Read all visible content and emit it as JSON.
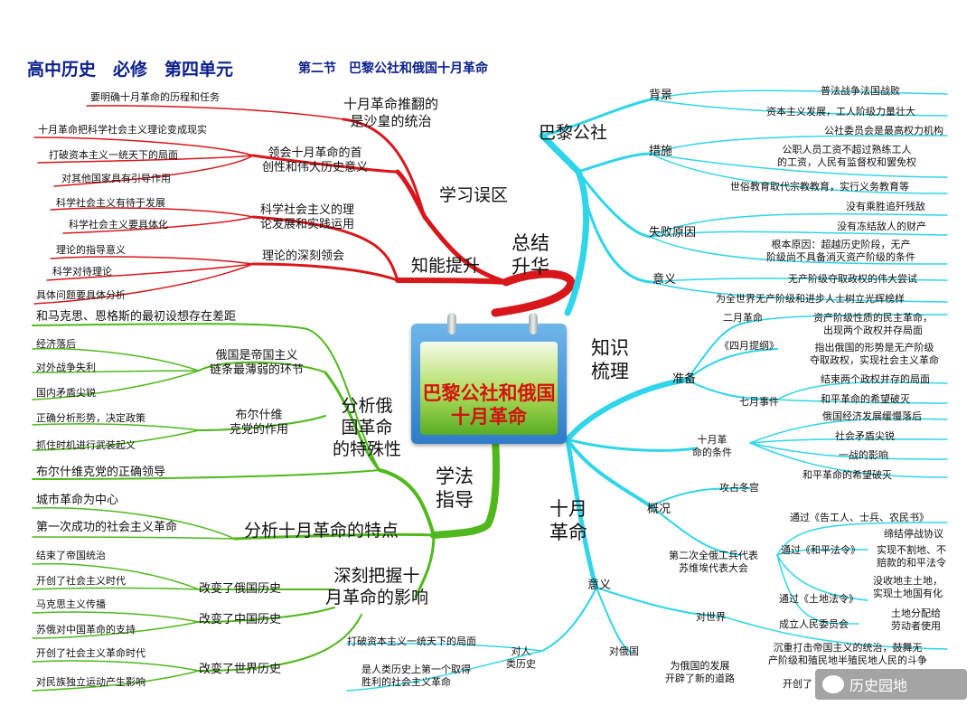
{
  "header": {
    "title": "高中历史　必修　第四单元",
    "subtitle": "第二节　巴黎公社和俄国十月革命"
  },
  "center": {
    "title": "巴黎公社和俄国十月革命"
  },
  "colors": {
    "summary": "#d8171b",
    "method": "#4fb81c",
    "knowledge": "#2fd5e8",
    "title": "#0b1f8c"
  },
  "summary": {
    "label": "总结\n升华",
    "study": {
      "label": "学习误区",
      "tsarist": {
        "label": "十月革命推翻的\n是沙皇的统治",
        "items": [
          "要明确十月革命的历程和任务"
        ]
      }
    },
    "upgrade": {
      "label": "知能提升",
      "meaning": {
        "label": "领会十月革命的首\n创性和伟大历史意义",
        "items": [
          "十月革命把科学社会主义理论变成现实",
          "打破资本主义一统天下的局面",
          "对其他国家具有引导作用"
        ]
      },
      "theory": {
        "label": "科学社会主义的理\n论发展和实践运用",
        "items": [
          "科学社会主义有待于发展",
          "科学社会主义要具体化"
        ]
      },
      "deep": {
        "label": "理论的深刻领会",
        "items": [
          "理论的指导意义",
          "科学对待理论",
          "具体问题要具体分析"
        ]
      }
    }
  },
  "method": {
    "label": "学法\n指导",
    "special": {
      "label": "分析俄\n国革命\n的特殊性",
      "items": [
        "和马克思、恩格斯的最初设想存在差距"
      ],
      "weak": {
        "label": "俄国是帝国主义\n链条最薄弱的环节",
        "items": [
          "经济落后",
          "对外战争失利",
          "国内矛盾尖锐"
        ]
      },
      "bolshevik": {
        "label": "布尔什维\n克党的作用",
        "items": [
          "正确分析形势，决定政策",
          "抓住时机进行武装起义"
        ]
      },
      "lead": "布尔什维克党的正确领导"
    },
    "features": {
      "label": "分析十月革命的特点",
      "items": [
        "城市革命为中心",
        "第一次成功的社会主义革命"
      ]
    },
    "impact": {
      "label": "深刻把握十\n月革命的影响",
      "russia": {
        "label": "改变了俄国历史",
        "items": [
          "结束了帝国统治",
          "开创了社会主义时代"
        ]
      },
      "china": {
        "label": "改变了中国历史",
        "items": [
          "马克思主义传播",
          "苏俄对中国革命的支持"
        ]
      },
      "world": {
        "label": "改变了世界历史",
        "items": [
          "开创了社会主义革命时代",
          "对民族独立运动产生影响"
        ]
      }
    }
  },
  "knowledge": {
    "label": "知识\n梳理",
    "paris": {
      "label": "巴黎公社",
      "background": {
        "label": "背景",
        "items": [
          "普法战争法国战败",
          "资本主义发展，工人阶级力量壮大"
        ]
      },
      "measures": {
        "label": "措施",
        "items": [
          "公社委员会是最高权力机构",
          "公职人员工资不超过熟练工人\n的工资，人民有监督权和罢免权",
          "世俗教育取代宗教教育，实行义务教育等"
        ]
      },
      "failure": {
        "label": "失败原因",
        "items": [
          "没有乘胜追歼残敌",
          "没有冻结敌人的财产",
          "根本原因：超越历史阶段，无产\n阶级尚不具备消灭资产阶级的条件"
        ]
      },
      "significance": {
        "label": "意义",
        "items": [
          "无产阶级夺取政权的伟大尝试",
          "为全世界无产阶级和进步人士树立光辉榜样"
        ]
      }
    },
    "october": {
      "label": "十月\n革命",
      "prep": {
        "label": "准备",
        "feb": {
          "label": "二月革命",
          "detail": "资产阶级性质的民主革命，\n出现两个政权并存局面"
        },
        "april": {
          "label": "《四月提纲》",
          "detail": "指出俄国的形势是无产阶级\n夺取政权，实现社会主义革命"
        },
        "july": {
          "label": "七月事件",
          "items": [
            "结束两个政权并存的局面",
            "和平革命的希望破灭"
          ]
        }
      },
      "conditions": {
        "label": "十月革\n命的条件",
        "items": [
          "俄国经济发展缓慢落后",
          "社会矛盾尖锐",
          "一战的影响",
          "和平革命的希望破灭"
        ]
      },
      "overview": {
        "label": "概况",
        "attack": "攻占冬宫",
        "congress": {
          "label": "第二次全俄工兵代表\n苏维埃代表大会",
          "proclaim": "通过《告工人、士兵、农民书》",
          "peace": {
            "label": "通过《和平法令》",
            "items": [
              "缔结停战协议",
              "实现不割地、不\n赔款的和平法令"
            ]
          },
          "land": {
            "label": "通过《土地法令》",
            "items": [
              "没收地主土地，\n实现土地国有化",
              "土地分配给\n劳动者使用"
            ]
          },
          "commissars": "成立人民委员会"
        }
      },
      "meaning": {
        "label": "意义",
        "world": {
          "label": "对世界",
          "items": [
            "沉重打击帝国主义的统治，鼓舞无\n产阶级和殖民地半殖民地人民的斗争",
            "开创了"
          ]
        },
        "russia": {
          "label": "对俄国",
          "detail": "为俄国的发展\n开辟了新的道路"
        },
        "humanity": {
          "label": "对人\n类历史",
          "items": [
            "打破资本主义一统天下的局面",
            "是人类历史上第一个取得\n胜利的社会主义革命"
          ]
        }
      }
    }
  },
  "watermark": "历史园地"
}
